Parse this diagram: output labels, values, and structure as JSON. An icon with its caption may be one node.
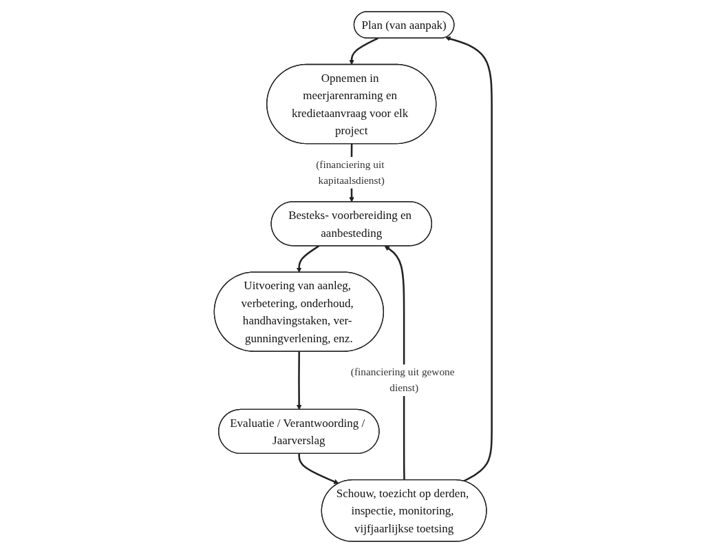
{
  "diagram": {
    "nodes": [
      {
        "text": [
          "Plan (van aanpak)"
        ]
      },
      {
        "text": [
          "Opnemen in meerjarenraming en kredietaanvraag voor elk project"
        ]
      },
      {
        "text": [
          "Schouw, toezicht op derden, inspectie, monitoring, vijfjaarlijkse toetsing"
        ]
      },
      {
        "text": [
          "Besteks- voorbereiding en aanbesteding"
        ]
      },
      {
        "text": [
          "Evaluatie / Verantwoording / Jaarverslag"
        ]
      },
      {
        "text": [
          "Uitvoering van aanleg, verbetering, onderhoud, handhavingstaken, ver- gunningverlening, enz."
        ]
      }
    ],
    "edges": [
      {
        "from": 0,
        "to": 1,
        "arrow": "to"
      },
      {
        "from": 1,
        "to": 3,
        "arrow": "to",
        "label": "(financiering uit kapitaalsdienst)"
      },
      {
        "from": 2,
        "to": 3,
        "arrow": "to",
        "label": "(financiering uit gewone dienst)"
      },
      {
        "from": 3,
        "to": 5,
        "arrow": "to"
      },
      {
        "from": 5,
        "to": 4,
        "arrow": "to"
      },
      {
        "from": 4,
        "to": 2,
        "arrow": "to"
      },
      {
        "from": 2,
        "to": 0,
        "arrow": "to"
      }
    ]
  }
}
